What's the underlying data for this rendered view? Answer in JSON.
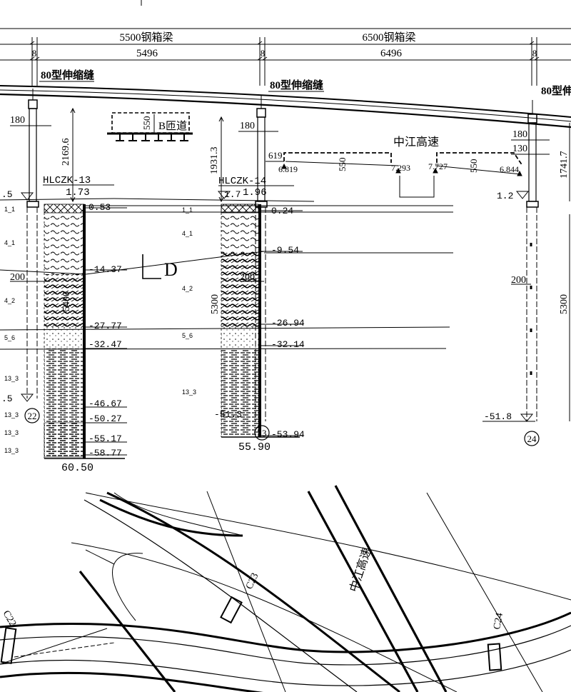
{
  "spans": {
    "left_total": "5500钢箱梁",
    "right_total": "6500钢箱梁",
    "left_net": "5496",
    "right_net": "6496",
    "gap_a": "8",
    "gap_b": "8",
    "gap_c": "8"
  },
  "joints": {
    "j1": "80型伸缩缝",
    "j2": "80型伸缩缝",
    "j3": "80型伸"
  },
  "ramp_box": {
    "dim": "550",
    "name": "B匝道"
  },
  "highway": {
    "name": "中江高速",
    "offset": "619",
    "h1": "6.819",
    "d1": "550",
    "h2": "7.293",
    "h3": "7.727",
    "d2": "550",
    "h4": "6.844"
  },
  "pier22": {
    "cap": "180",
    "height": "2169.6",
    "borehole": "HLCZK-13",
    "ground": "1.73",
    "top_el": ".5",
    "pile_dia": "200",
    "pile_len": "5400",
    "tip_el": ".5",
    "number": "22",
    "layers": [
      "0.53",
      "-14.37",
      "-27.77",
      "-32.47",
      "-46.67",
      "-50.27",
      "-55.17",
      "-58.77"
    ],
    "depth": "60.50"
  },
  "pier23": {
    "cap": "180",
    "height": "1931.3",
    "borehole": "HLCZK-14",
    "ground": "1.96",
    "top_el": "1.7",
    "pile_dia": "200",
    "pile_len": "5300",
    "tip_el": "-51.3",
    "number": "23",
    "layers": [
      "0.24",
      "-9.54",
      "-26.94",
      "-32.14",
      "-53.94"
    ],
    "depth": "55.90"
  },
  "pier24": {
    "cap": "180",
    "cap2": "130",
    "height": "1741.7",
    "top_el": "1.2",
    "pile_dia": "200",
    "pile_len": "5300",
    "tip_el": "-51.8",
    "number": "24"
  },
  "strata_left": [
    "1_1",
    "4_1",
    "4_2",
    "5_6",
    "13_3",
    "13_3",
    "13_3",
    "13_3"
  ],
  "strata_mid": [
    "1_1",
    "4_1",
    "4_2",
    "5_6",
    "13_3"
  ],
  "section_mark": "D",
  "plan": {
    "road": "中江高速",
    "pier_a": "C22",
    "pier_b": "C23",
    "pier_c": "C24"
  }
}
